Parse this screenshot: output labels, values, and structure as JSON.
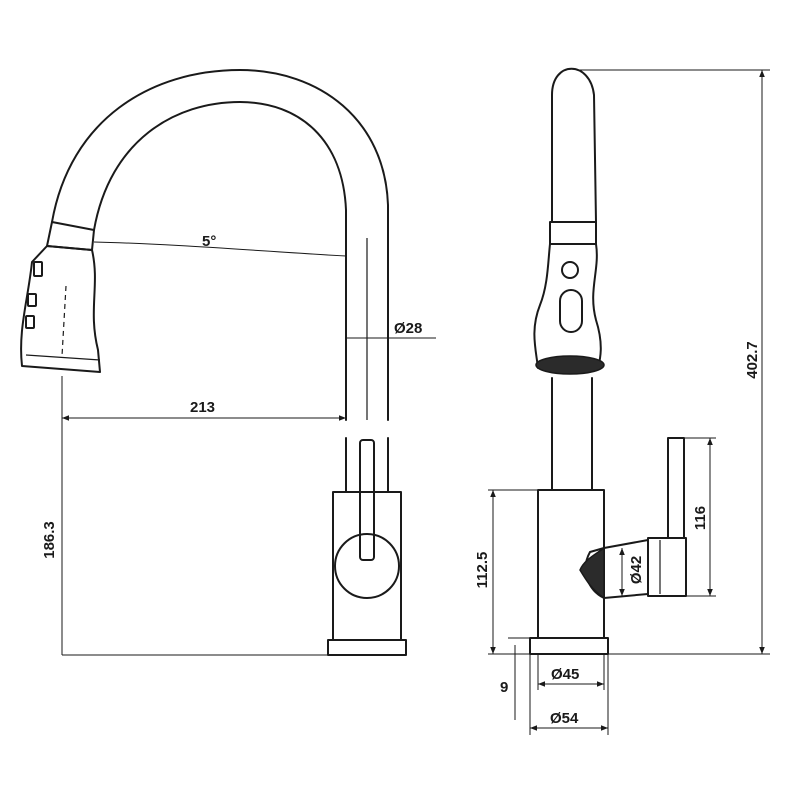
{
  "dimensions": {
    "angle": "5°",
    "pipe_diameter": "Ø28",
    "reach": "213",
    "spout_height": "186.3",
    "total_height": "402.7",
    "body_height": "112.5",
    "handle_height": "116",
    "handle_diameter": "Ø42",
    "base_thickness": "9",
    "base_inner_diameter": "Ø45",
    "base_outer_diameter": "Ø54"
  }
}
